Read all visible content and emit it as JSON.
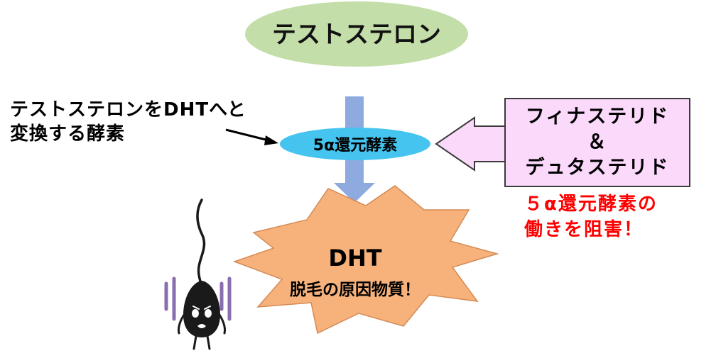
{
  "nodes": {
    "testosterone": "テストステロン",
    "enzyme": "5α還元酵素",
    "dht": "DHT",
    "dht_caption": "脱毛の原因物質！"
  },
  "annotations": {
    "enzyme_desc_line1": "テストステロンをDHTへと",
    "enzyme_desc_line2": "変換する酵素",
    "inhibitor_line1": "フィナステリド",
    "inhibitor_amp": "＆",
    "inhibitor_line2": "デュタステリド",
    "inhibit_note_line1": "５α還元酵素の",
    "inhibit_note_line2": "働きを阻害！"
  },
  "colors": {
    "testosterone_fill": "#c3dea9",
    "enzyme_fill": "#44c4ef",
    "flow_arrow": "#8eaadf",
    "dht_burst": "#f7b27c",
    "inhibitor_fill": "#fbd9fb",
    "inhibit_note": "#ff0000",
    "hair_figure": "#1a1a1a",
    "shake_marks": "#8a6fb0"
  },
  "icons": {
    "hair_figure": "falling-hair-character-icon"
  }
}
